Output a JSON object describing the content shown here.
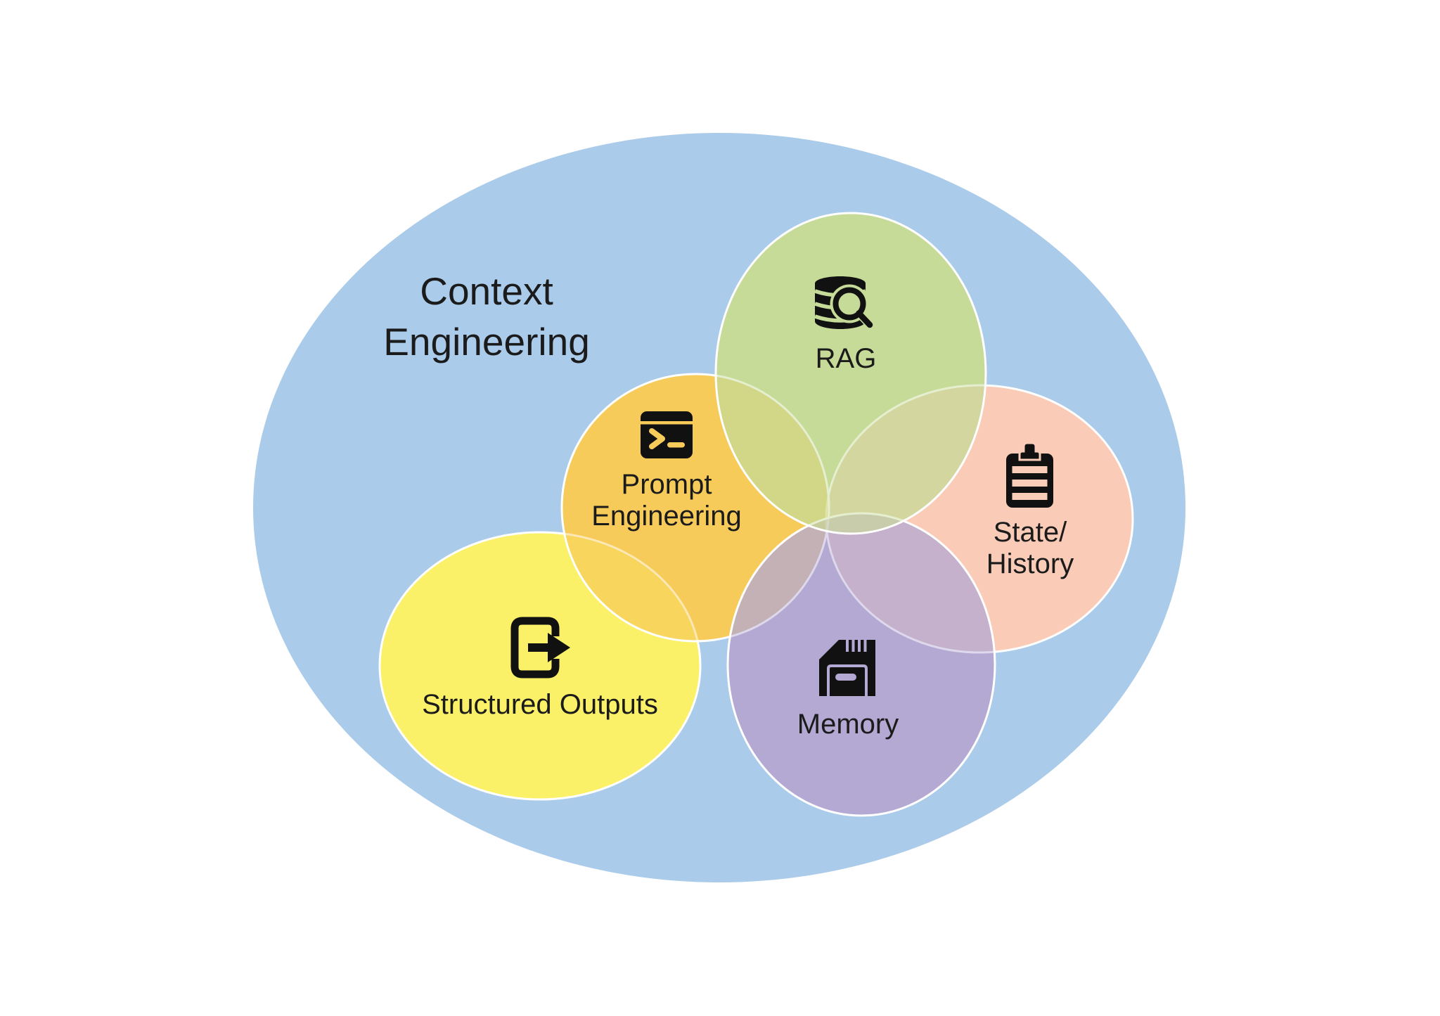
{
  "page": {
    "background": "#FFFFFF"
  },
  "title": {
    "line1": "Context",
    "line2": "Engineering"
  },
  "colors": {
    "outer_blue": "#AACBEA",
    "rag_green": "#C6DB97",
    "prompt_orange": "#F7CB5A",
    "state_pink": "#FACDB8",
    "structured_yellow": "#FAF169",
    "memory_purple": "#B3A9D3",
    "outline_white": "#FFFFFF",
    "text_black": "#1B1B1B",
    "icon_black": "#111111"
  },
  "circles": {
    "rag": {
      "label": "RAG",
      "icon": "database-search-icon"
    },
    "prompt": {
      "label_line1": "Prompt",
      "label_line2": "Engineering",
      "icon": "terminal-icon"
    },
    "state": {
      "label_line1": "State/",
      "label_line2": "History",
      "icon": "clipboard-icon"
    },
    "structured": {
      "label": "Structured Outputs",
      "icon": "export-arrow-icon"
    },
    "memory": {
      "label": "Memory",
      "icon": "memory-card-icon"
    }
  }
}
